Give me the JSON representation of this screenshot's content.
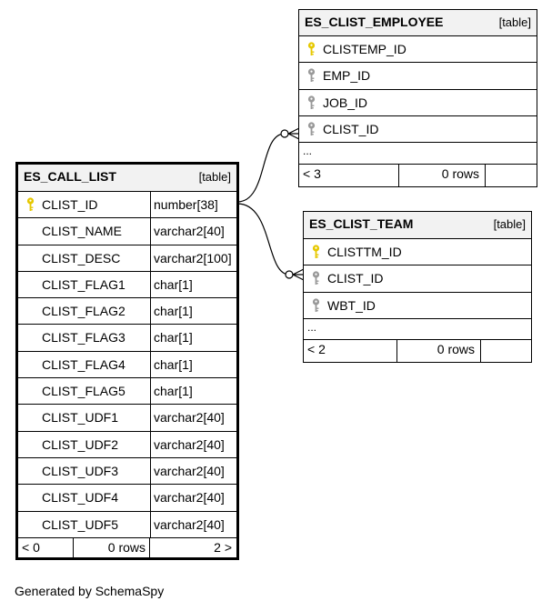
{
  "caption": "Generated by SchemaSpy",
  "tables": {
    "es_call_list": {
      "name": "ES_CALL_LIST",
      "type": "[table]",
      "columns": [
        {
          "name": "CLIST_ID",
          "type": "number[38]",
          "key": "primary"
        },
        {
          "name": "CLIST_NAME",
          "type": "varchar2[40]"
        },
        {
          "name": "CLIST_DESC",
          "type": "varchar2[100]"
        },
        {
          "name": "CLIST_FLAG1",
          "type": "char[1]"
        },
        {
          "name": "CLIST_FLAG2",
          "type": "char[1]"
        },
        {
          "name": "CLIST_FLAG3",
          "type": "char[1]"
        },
        {
          "name": "CLIST_FLAG4",
          "type": "char[1]"
        },
        {
          "name": "CLIST_FLAG5",
          "type": "char[1]"
        },
        {
          "name": "CLIST_UDF1",
          "type": "varchar2[40]"
        },
        {
          "name": "CLIST_UDF2",
          "type": "varchar2[40]"
        },
        {
          "name": "CLIST_UDF3",
          "type": "varchar2[40]"
        },
        {
          "name": "CLIST_UDF4",
          "type": "varchar2[40]"
        },
        {
          "name": "CLIST_UDF5",
          "type": "varchar2[40]"
        }
      ],
      "footer": {
        "parents": "< 0",
        "rows": "0 rows",
        "children": "2 >"
      }
    },
    "es_clist_employee": {
      "name": "ES_CLIST_EMPLOYEE",
      "type": "[table]",
      "columns": [
        {
          "name": "CLISTEMP_ID",
          "key": "primary"
        },
        {
          "name": "EMP_ID",
          "key": "foreign"
        },
        {
          "name": "JOB_ID",
          "key": "foreign"
        },
        {
          "name": "CLIST_ID",
          "key": "foreign"
        }
      ],
      "more": "...",
      "footer": {
        "parents": "< 3",
        "rows": "0 rows",
        "children": ""
      }
    },
    "es_clist_team": {
      "name": "ES_CLIST_TEAM",
      "type": "[table]",
      "columns": [
        {
          "name": "CLISTTM_ID",
          "key": "primary"
        },
        {
          "name": "CLIST_ID",
          "key": "foreign"
        },
        {
          "name": "WBT_ID",
          "key": "foreign"
        }
      ],
      "more": "...",
      "footer": {
        "parents": "< 2",
        "rows": "0 rows",
        "children": ""
      }
    }
  },
  "colors": {
    "primary_key": "#e6c800",
    "foreign_key": "#999999",
    "header_bg": "#f2f2f2",
    "line": "#000000"
  }
}
